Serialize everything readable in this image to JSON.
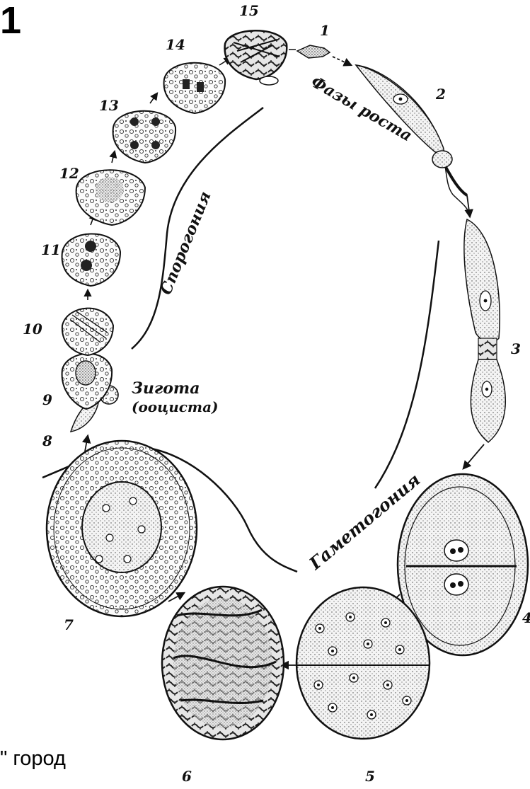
{
  "corner_number": "1",
  "bottom_text": "\" город",
  "phases": {
    "growth": "Фазы роста",
    "sporogony": "Спорогония",
    "gametogony": "Гаметогония",
    "zygote_title": "Зигота",
    "zygote_subtitle": "(ооциста)"
  },
  "stage_numbers": [
    "1",
    "2",
    "3",
    "4",
    "5",
    "6",
    "7",
    "8",
    "9",
    "10",
    "11",
    "12",
    "13",
    "14",
    "15"
  ]
}
